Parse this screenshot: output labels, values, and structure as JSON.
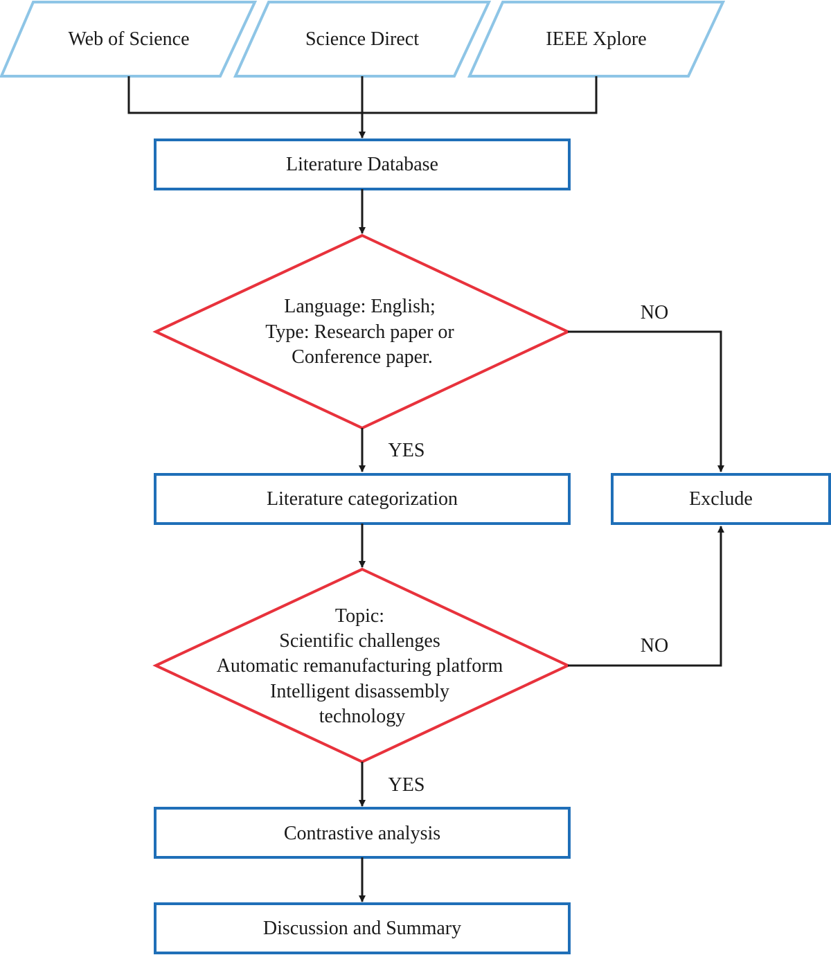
{
  "colors": {
    "source_stroke": "#8ec5e6",
    "process_stroke": "#1f6fb8",
    "decision_stroke": "#e8323c",
    "edge": "#1a1a1a"
  },
  "sources": {
    "web_of_science": "Web of Science",
    "science_direct": "Science Direct",
    "ieee_xplore": "IEEE Xplore"
  },
  "steps": {
    "literature_database": "Literature Database",
    "literature_categorization": "Literature categorization",
    "contrastive_analysis": "Contrastive analysis",
    "discussion_summary": "Discussion and Summary",
    "exclude": "Exclude"
  },
  "decisions": {
    "language_type": {
      "lines": [
        "Language: English;",
        "Type: Research paper or",
        "Conference paper."
      ]
    },
    "topic": {
      "lines": [
        "Topic:",
        "Scientific challenges",
        "Automatic remanufacturing platform",
        "Intelligent disassembly",
        "technology"
      ]
    }
  },
  "edge_labels": {
    "yes": "YES",
    "no": "NO"
  }
}
